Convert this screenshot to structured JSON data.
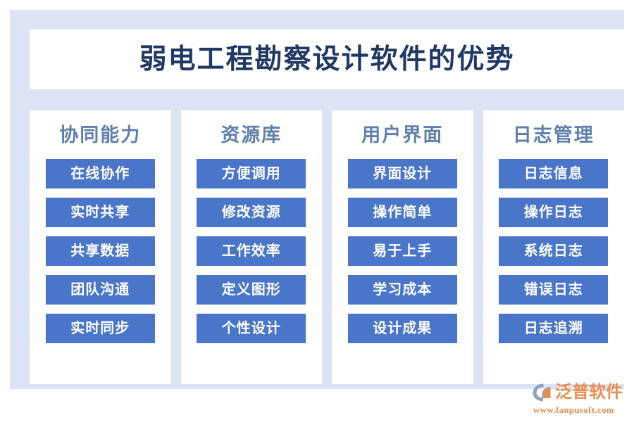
{
  "page": {
    "title": "弱电工程勘察设计软件的优势",
    "background_color": "#ffffff",
    "panel_color": "#dce3f4",
    "card_color": "#ffffff",
    "title_color": "#1f3864",
    "header_color": "#5f80ad",
    "chip_color": "#4a76ca",
    "chip_text_color": "#ffffff"
  },
  "columns": [
    {
      "header": "协同能力",
      "items": [
        "在线协作",
        "实时共享",
        "共享数据",
        "团队沟通",
        "实时同步"
      ]
    },
    {
      "header": "资源库",
      "items": [
        "方便调用",
        "修改资源",
        "工作效率",
        "定义图形",
        "个性设计"
      ]
    },
    {
      "header": "用户界面",
      "items": [
        "界面设计",
        "操作简单",
        "易于上手",
        "学习成本",
        "设计成果"
      ]
    },
    {
      "header": "日志管理",
      "items": [
        "日志信息",
        "操作日志",
        "系统日志",
        "错误日志",
        "日志追溯"
      ]
    }
  ],
  "logo": {
    "mark_icon": "fanpu-swoosh-icon",
    "mark_color_outer": "#8fa3bd",
    "mark_color_inner": "#e98c4d",
    "brand": "泛普软件",
    "url": "www.fanpusoft.com",
    "brand_color": "#e98c4d"
  }
}
